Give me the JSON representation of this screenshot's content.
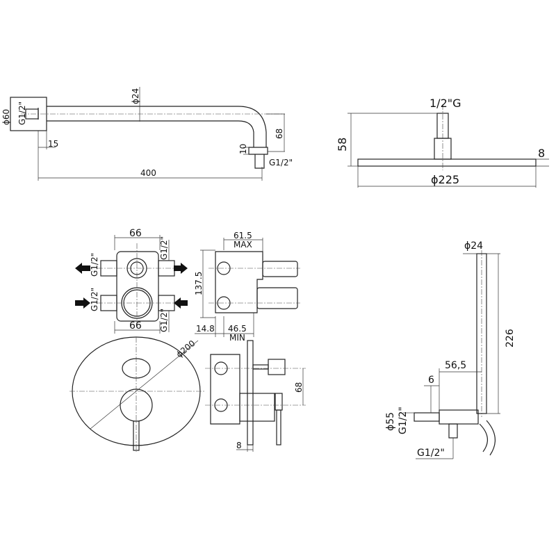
{
  "shower_arm": {
    "wall_diameter": "ϕ60",
    "wall_thread": "G1/2\"",
    "arm_diameter": "ϕ24",
    "flange_depth": "15",
    "drop_height": "68",
    "nipple_length": "10",
    "outlet_thread": "G1/2\"",
    "length": "400"
  },
  "shower_head": {
    "thread": "1/2\"G",
    "height": "58",
    "thickness": "8",
    "diameter": "ϕ225"
  },
  "mixer": {
    "width_top": "66",
    "width_bottom": "66",
    "thread_top_right": "G1/2\"",
    "thread_left_top": "G1/2\"",
    "thread_left_bottom": "G1/2\"",
    "thread_bottom_right": "G1/2\"",
    "depth_max": "61.5",
    "max_label": "MAX",
    "height": "137.5",
    "offset": "14.8",
    "depth_min": "46.5",
    "min_label": "MIN",
    "plate_diameter": "ϕ200",
    "axis_distance": "68",
    "plate_thickness": "8"
  },
  "hand_shower": {
    "diameter": "ϕ24",
    "length": "226",
    "projection": "56,5",
    "nipple": "6",
    "outlet_diameter": "ϕ55",
    "wall_thread": "G1/2\"",
    "hose_thread": "G1/2\""
  }
}
